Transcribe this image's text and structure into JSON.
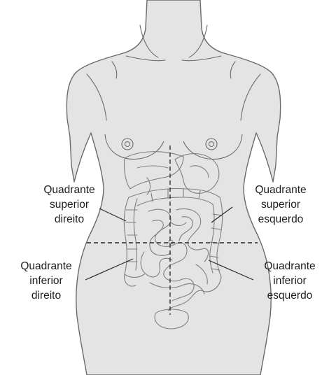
{
  "colors": {
    "skin": "#e4e4e4",
    "outline": "#6b6b6b",
    "organ_line": "#7f7f7f",
    "divider": "#2a2a2a",
    "text": "#1e1e1e"
  },
  "labels": {
    "upper_right": [
      "Quadrante",
      "superior",
      "direito"
    ],
    "upper_left": [
      "Quadrante",
      "superior",
      "esquerdo"
    ],
    "lower_right": [
      "Quadrante",
      "inferior",
      "direito"
    ],
    "lower_left": [
      "Quadrante",
      "inferior",
      "esquerdo"
    ]
  }
}
